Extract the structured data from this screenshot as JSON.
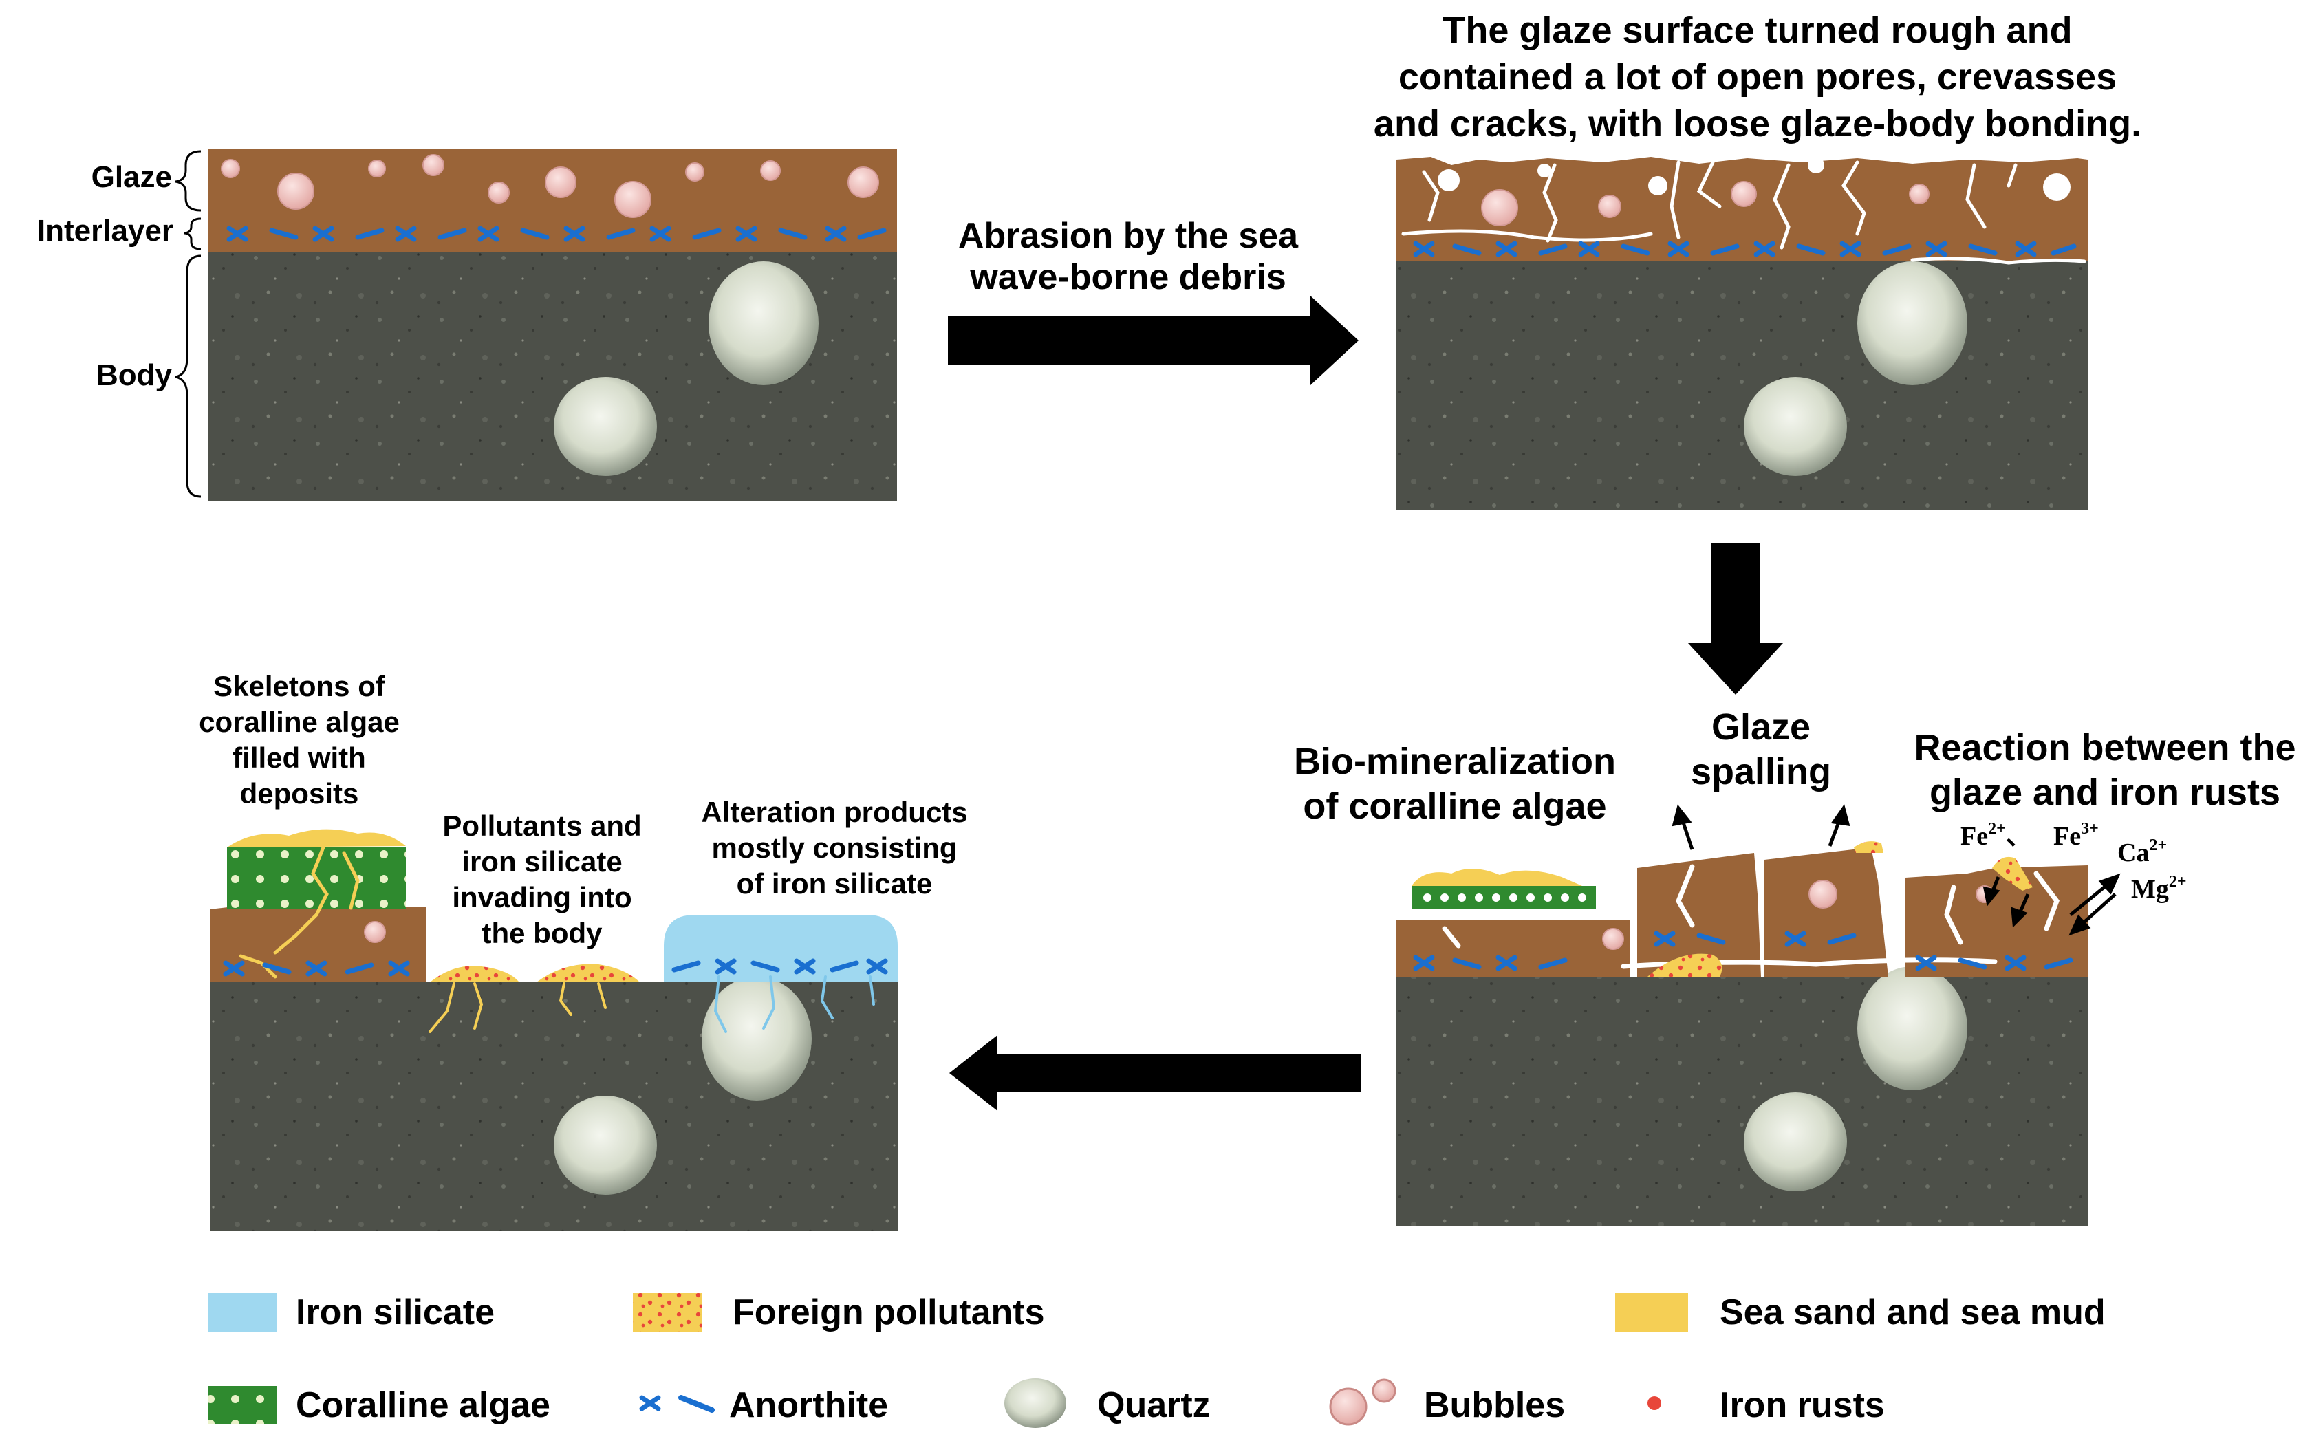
{
  "layer_labels": {
    "glaze": "Glaze",
    "interlayer": "Interlayer",
    "body": "Body"
  },
  "arrows": {
    "abrasion": [
      "Abrasion by the sea",
      "wave-borne debris"
    ]
  },
  "stage2": {
    "caption": [
      "The glaze surface turned rough and",
      "contained a lot of open pores, crevasses",
      "and cracks, with loose glaze-body bonding."
    ]
  },
  "stage3": {
    "biomineralization": [
      "Bio-mineralization",
      "of coralline algae"
    ],
    "spalling": [
      "Glaze",
      "spalling"
    ],
    "reaction": [
      "Reaction between the",
      "glaze and iron rusts"
    ],
    "ions": {
      "fe2": "Fe",
      "fe2_sup": "2+",
      "sep": "、",
      "fe3": "Fe",
      "fe3_sup": "3+",
      "ca": "Ca",
      "ca_sup": "2+",
      "mg": "Mg",
      "mg_sup": "2+"
    }
  },
  "stage4": {
    "skeletons": [
      "Skeletons of",
      "coralline algae",
      "filled with",
      "deposits"
    ],
    "pollutants": [
      "Pollutants and",
      "iron silicate",
      "invading into",
      "the body"
    ],
    "alteration": [
      "Alteration products",
      "mostly consisting",
      "of iron silicate"
    ]
  },
  "legend": {
    "iron_silicate": "Iron silicate",
    "foreign_pollutants": "Foreign pollutants",
    "sea_sand": "Sea sand and sea mud",
    "coralline_algae": "Coralline algae",
    "anorthite": "Anorthite",
    "quartz": "Quartz",
    "bubbles": "Bubbles",
    "iron_rusts": "Iron rusts"
  },
  "colors": {
    "glaze": "#9a6438",
    "body": "#4d5049",
    "anorthite": "#1a6fd0",
    "iron_silicate": "#9fd8f0",
    "sea_sand": "#f5cf55",
    "pollutant_dot": "#e8463a",
    "algae": "#2f8a2f",
    "bubble": "#f0c7c4"
  }
}
